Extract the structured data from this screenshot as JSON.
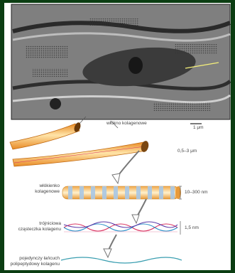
{
  "labels": {
    "fibril_top": "włókno kolagenowe",
    "scale_bar": "1 μm",
    "diam_fiber": "0,5–3 μm",
    "fibril_line1": "włókienko",
    "fibril_line2": "kolagenowe",
    "diam_fibril": "10–300 nm",
    "triple_line1": "trójniciowa",
    "triple_line2": "cząsteczka kolagenu",
    "diam_triple": "1,5 nm",
    "single_line1": "pojedynczy łańcuch",
    "single_line2": "polipeptydowy kolagenu"
  },
  "colors": {
    "page_background": "#0b3d12",
    "micrograph_gray": "#8a8a8a",
    "fiber_orange": "#f2a23d",
    "fiber_highlight": "#ffe4a8",
    "fibril_band_blue": "#a9c8e6",
    "chain_red": "#d9315f",
    "chain_blue": "#2a8fc8",
    "chain_teal": "#3a9eb0"
  }
}
